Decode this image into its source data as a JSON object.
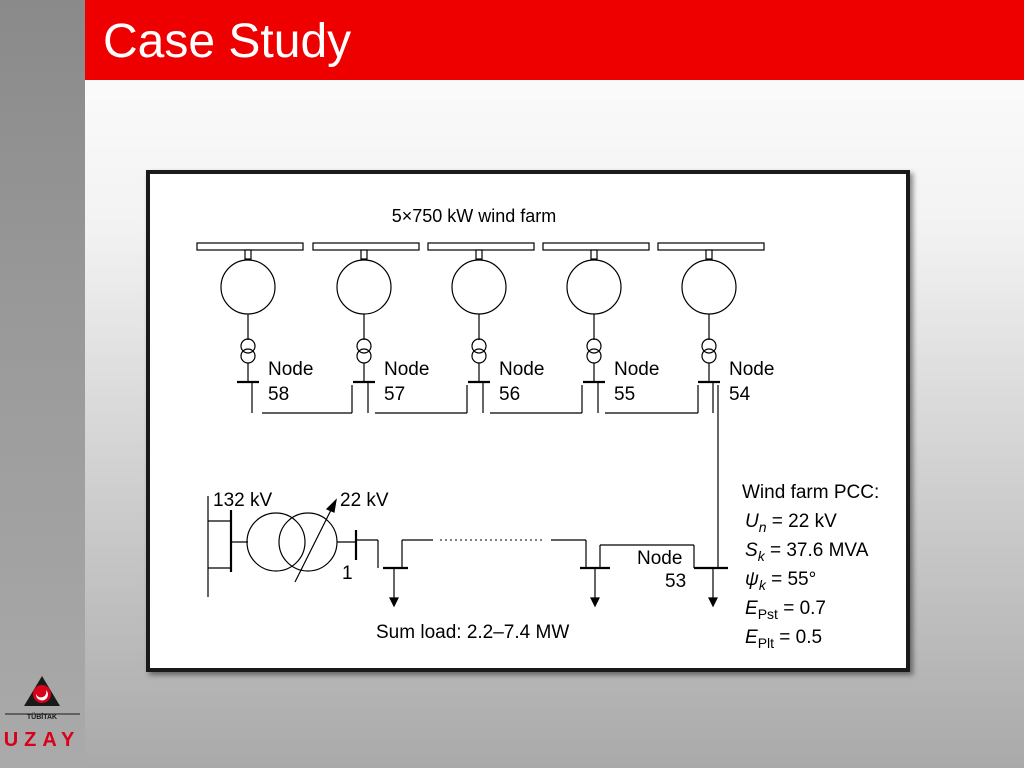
{
  "slide": {
    "title": "Case Study"
  },
  "diagram": {
    "wind_farm_label": "5×750 kW wind farm",
    "turbines": [
      {
        "node_label": "Node",
        "node_number": "58"
      },
      {
        "node_label": "Node",
        "node_number": "57"
      },
      {
        "node_label": "Node",
        "node_number": "56"
      },
      {
        "node_label": "Node",
        "node_number": "55"
      },
      {
        "node_label": "Node",
        "node_number": "54"
      }
    ],
    "transformer": {
      "hv_label": "132 kV",
      "lv_label": "22 kV",
      "tap_label": "1"
    },
    "pcc_node": {
      "label": "Node",
      "number": "53"
    },
    "sum_load": "Sum load: 2.2–7.4 MW",
    "pcc_info": {
      "title": "Wind farm PCC:",
      "un": {
        "sym": "U",
        "sub": "n",
        "val": " = 22 kV"
      },
      "sk": {
        "sym": "S",
        "sub": "k",
        "val": " = 37.6 MVA"
      },
      "psik": {
        "sym": "ψ",
        "sub": "k",
        "val": " = 55°"
      },
      "epst": {
        "sym": "E",
        "sub": "Pst",
        "val": " = 0.7"
      },
      "eplt": {
        "sym": "E",
        "sub": "Plt",
        "val": " = 0.5"
      }
    }
  },
  "logo": {
    "org": "TÜBİTAK",
    "unit": "UZAY",
    "colors": {
      "red": "#d9001a",
      "dark": "#1a1a1a"
    }
  },
  "colors": {
    "title_bar": "#ee0000",
    "sidebar": "#999999"
  }
}
